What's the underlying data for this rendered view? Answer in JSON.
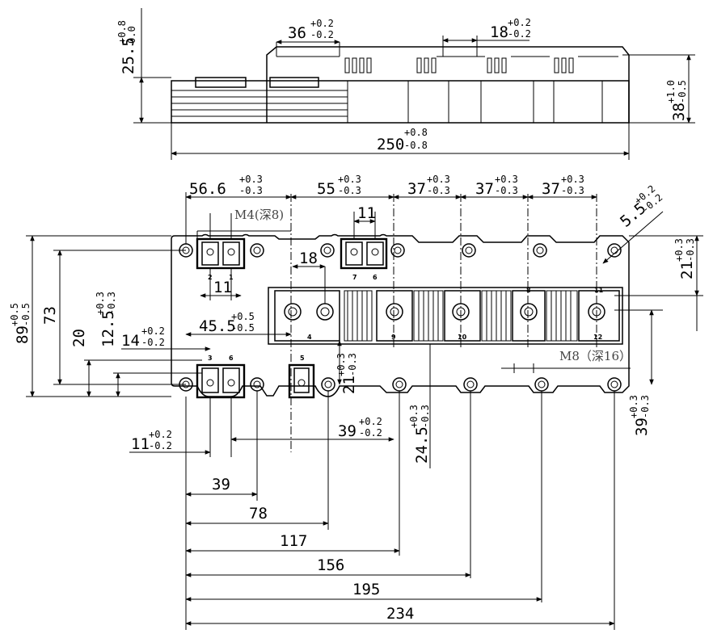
{
  "side_view": {
    "height": {
      "value": "25.5",
      "tol_plus": "+0.8",
      "tol_minus": "0.0"
    },
    "terminal_width": {
      "value": "36",
      "tol_plus": "+0.2",
      "tol_minus": "-0.2"
    },
    "terminal_gap": {
      "value": "18",
      "tol_plus": "+0.2",
      "tol_minus": "-0.2"
    },
    "total_height": {
      "value": "38",
      "tol_plus": "+1.0",
      "tol_minus": "-0.5"
    },
    "length": {
      "value": "250",
      "tol_plus": "+0.8",
      "tol_minus": "-0.8"
    }
  },
  "top_dims": [
    {
      "value": "56.6",
      "tol_plus": "+0.3",
      "tol_minus": "-0.3"
    },
    {
      "value": "55",
      "tol_plus": "+0.3",
      "tol_minus": "-0.3"
    },
    {
      "value": "37",
      "tol_plus": "+0.3",
      "tol_minus": "-0.3"
    },
    {
      "value": "37",
      "tol_plus": "+0.3",
      "tol_minus": "-0.3"
    },
    {
      "value": "37",
      "tol_plus": "+0.3",
      "tol_minus": "-0.3"
    }
  ],
  "corner_hole": {
    "value": "5.5",
    "tol_plus": "+0.2",
    "tol_minus": "-0.2"
  },
  "right_21": {
    "value": "21",
    "tol_plus": "+0.3",
    "tol_minus": "-0.3"
  },
  "m4_note": "M4(深8)",
  "m8_note": "M8（深16）",
  "dim_11_top_a": "11",
  "dim_11_top_b": "11",
  "dim_18": "18",
  "left_dims": {
    "width": {
      "value": "89",
      "tol_plus": "+0.5",
      "tol_minus": "-0.5"
    },
    "d73": "73",
    "d20": "20",
    "d12_5": {
      "value": "12.5",
      "tol_plus": "+0.3",
      "tol_minus": "-0.3"
    },
    "d14": {
      "value": "14",
      "tol_plus": "+0.2",
      "tol_minus": "-0.2"
    },
    "d45_5": {
      "value": "45.5",
      "tol_plus": "+0.5",
      "tol_minus": "-0.5"
    }
  },
  "mid_21": {
    "value": "21",
    "tol_plus": "+0.3",
    "tol_minus": "-0.3"
  },
  "d39_tol": {
    "value": "39",
    "tol_plus": "+0.2",
    "tol_minus": "-0.2"
  },
  "d24_5": {
    "value": "24.5",
    "tol_plus": "+0.3",
    "tol_minus": "-0.3"
  },
  "d11_bottom": {
    "value": "11",
    "tol_plus": "+0.2",
    "tol_minus": "-0.2"
  },
  "right_39": {
    "value": "39",
    "tol_plus": "+0.3",
    "tol_minus": "-0.3"
  },
  "pins": {
    "p2": "2",
    "p1": "1",
    "p7": "7",
    "p6a": "6",
    "p3": "3",
    "p6b": "6",
    "p5": "5",
    "p4": "4",
    "p9": "9",
    "p10": "10",
    "p11": "11",
    "p12": "12",
    "p8": "8"
  },
  "bottom_dims": [
    "39",
    "78",
    "117",
    "156",
    "195",
    "234"
  ]
}
